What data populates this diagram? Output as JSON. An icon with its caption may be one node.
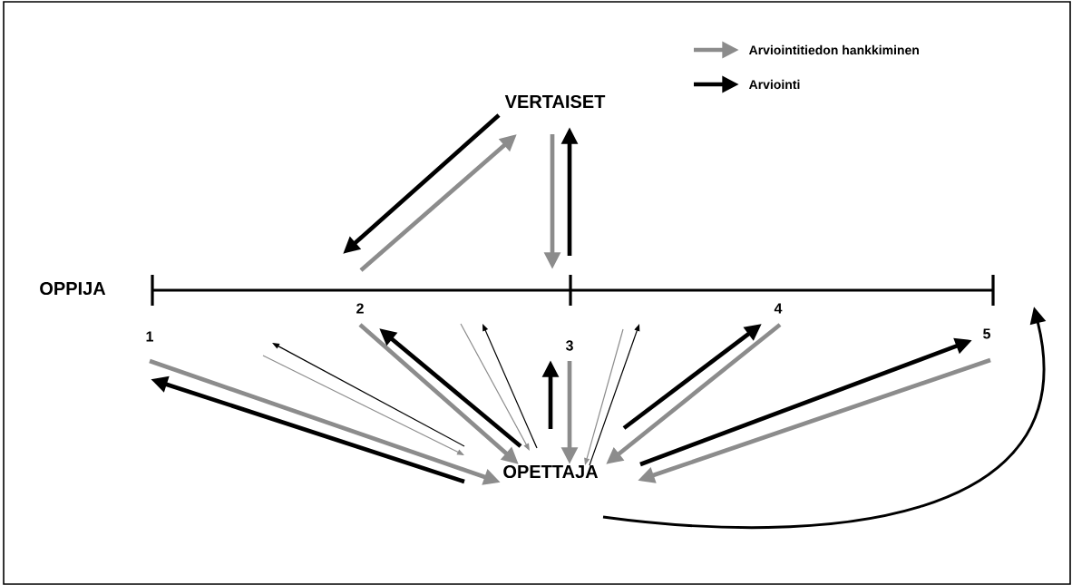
{
  "diagram": {
    "nodes": [
      {
        "text": [
          "VERTAISET"
        ]
      },
      {
        "text": [
          "OPPIJA"
        ]
      },
      {
        "text": [
          "OPETTAJA"
        ]
      },
      {
        "text": [
          "1"
        ]
      },
      {
        "text": [
          "2"
        ]
      },
      {
        "text": [
          "3"
        ]
      },
      {
        "text": [
          "4"
        ]
      },
      {
        "text": [
          "5"
        ]
      }
    ],
    "edges": [
      {
        "from": 0,
        "to": null,
        "arrow": "to"
      },
      {
        "from": null,
        "to": 0,
        "arrow": "to",
        "color": "#8c8c8c"
      },
      {
        "from": 0,
        "to": null,
        "arrow": "to",
        "color": "#8c8c8c"
      },
      {
        "from": null,
        "to": 0,
        "arrow": "to"
      },
      {
        "from": 2,
        "to": 3,
        "arrow": "to"
      },
      {
        "from": 3,
        "to": 2,
        "arrow": "to",
        "color": "#8c8c8c"
      },
      {
        "from": 2,
        "to": null,
        "arrow": "to"
      },
      {
        "from": null,
        "to": 2,
        "arrow": "to",
        "color": "#8c8c8c"
      },
      {
        "from": 4,
        "to": 2,
        "arrow": "to",
        "color": "#8c8c8c"
      },
      {
        "from": 2,
        "to": 4,
        "arrow": "to"
      },
      {
        "from": null,
        "to": 2,
        "arrow": "to",
        "color": "#8c8c8c"
      },
      {
        "from": 2,
        "to": null,
        "arrow": "to"
      },
      {
        "from": 2,
        "to": 5,
        "arrow": "to"
      },
      {
        "from": 5,
        "to": 2,
        "arrow": "to",
        "color": "#8c8c8c"
      },
      {
        "from": null,
        "to": 2,
        "arrow": "to",
        "color": "#8c8c8c"
      },
      {
        "from": 2,
        "to": null,
        "arrow": "to"
      },
      {
        "from": 2,
        "to": 6,
        "arrow": "to"
      },
      {
        "from": 6,
        "to": 2,
        "arrow": "to",
        "color": "#8c8c8c"
      },
      {
        "from": 2,
        "to": 7,
        "arrow": "to"
      },
      {
        "from": 7,
        "to": 2,
        "arrow": "to",
        "color": "#8c8c8c"
      },
      {
        "from": 2,
        "to": null,
        "arrow": "to"
      }
    ],
    "legend": [
      {
        "text": "Arviointitiedon hankkiminen",
        "color": "#8c8c8c"
      },
      {
        "text": "Arviointi",
        "color": "#000000"
      }
    ]
  }
}
